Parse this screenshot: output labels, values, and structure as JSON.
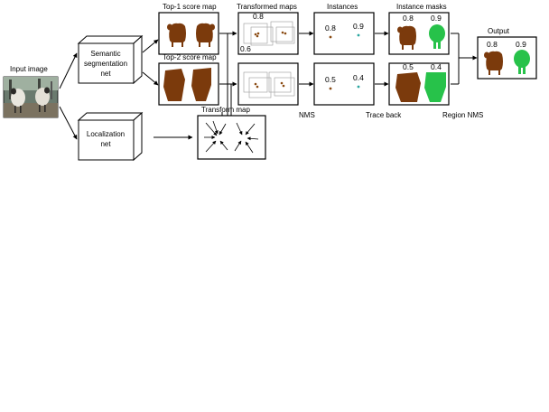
{
  "labels": {
    "input_image": "Input image",
    "top1_score_map": "Top-1 score map",
    "top2_score_map": "Top-2 score map",
    "transformed_maps": "Transformed maps",
    "instances": "Instances",
    "instance_masks": "Instance masks",
    "output": "Output",
    "transform_map": "Transform map",
    "nms": "NMS",
    "trace_back": "Trace back",
    "region_nms": "Region NMS"
  },
  "boxes": {
    "semantic_line1": "Semantic",
    "semantic_line2": "segmentation",
    "semantic_line3": "net",
    "localization_line1": "Localization",
    "localization_line2": "net"
  },
  "scores": {
    "transformed_top_a": "0.8",
    "transformed_top_b": "0.6",
    "instances_top_a": "0.8",
    "instances_top_b": "0.9",
    "instances_bottom_a": "0.5",
    "instances_bottom_b": "0.4",
    "masks_top_a": "0.8",
    "masks_top_b": "0.9",
    "masks_bottom_a": "0.5",
    "masks_bottom_b": "0.4",
    "output_a": "0.8",
    "output_b": "0.9"
  },
  "colors": {
    "sheep_brown": "#7b3a0c",
    "sheep_green": "#27c24a",
    "dot_brown": "#8a4a12",
    "dot_teal": "#2aa6a0"
  }
}
